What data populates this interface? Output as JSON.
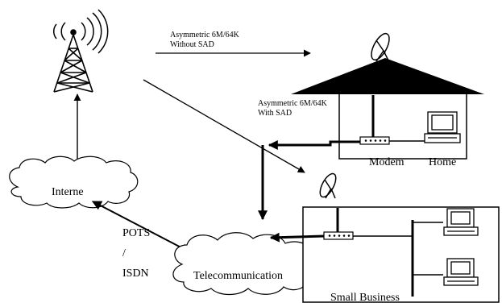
{
  "links": {
    "without_sad": {
      "line1": "Asymmetric 6M/64K",
      "line2": "Without SAD"
    },
    "with_sad": {
      "line1": "Asymmetric 6M/64K",
      "line2": "With SAD"
    },
    "pots_isdn": {
      "line1": "POTS",
      "line2": "/",
      "line3": "ISDN"
    }
  },
  "clouds": {
    "internet": "Interne",
    "telecom": "Telecommunication"
  },
  "home": {
    "modem_label": "Modem",
    "home_label": "Home"
  },
  "business": {
    "label": "Small Business"
  }
}
